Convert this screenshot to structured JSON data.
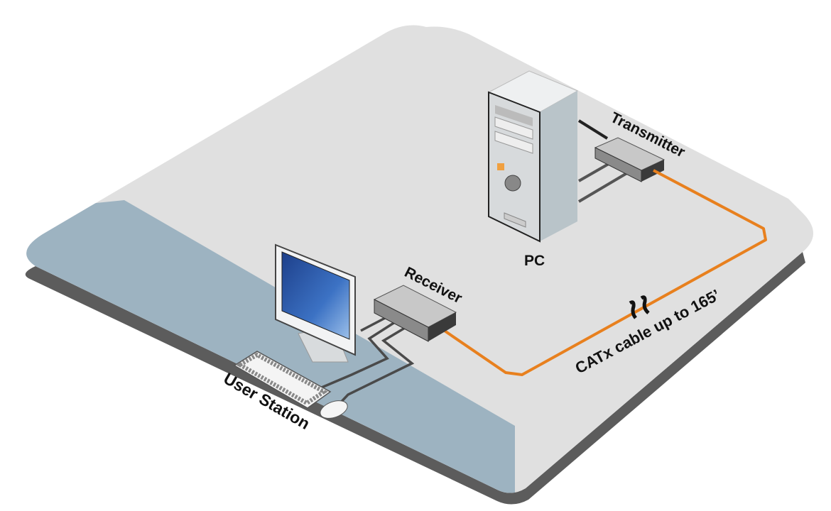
{
  "labels": {
    "transmitter": "Transmitter",
    "pc": "PC",
    "receiver": "Receiver",
    "user_station": "User Station",
    "cable": "CATx cable up to 165’"
  },
  "colors": {
    "floor": "#e0e0e0",
    "desk_area": "#9db3c1",
    "floor_edge": "#5c5c5c",
    "catx_cable": "#e8801e",
    "device": "#a9a9a9",
    "screen": "#2f5fb0"
  }
}
